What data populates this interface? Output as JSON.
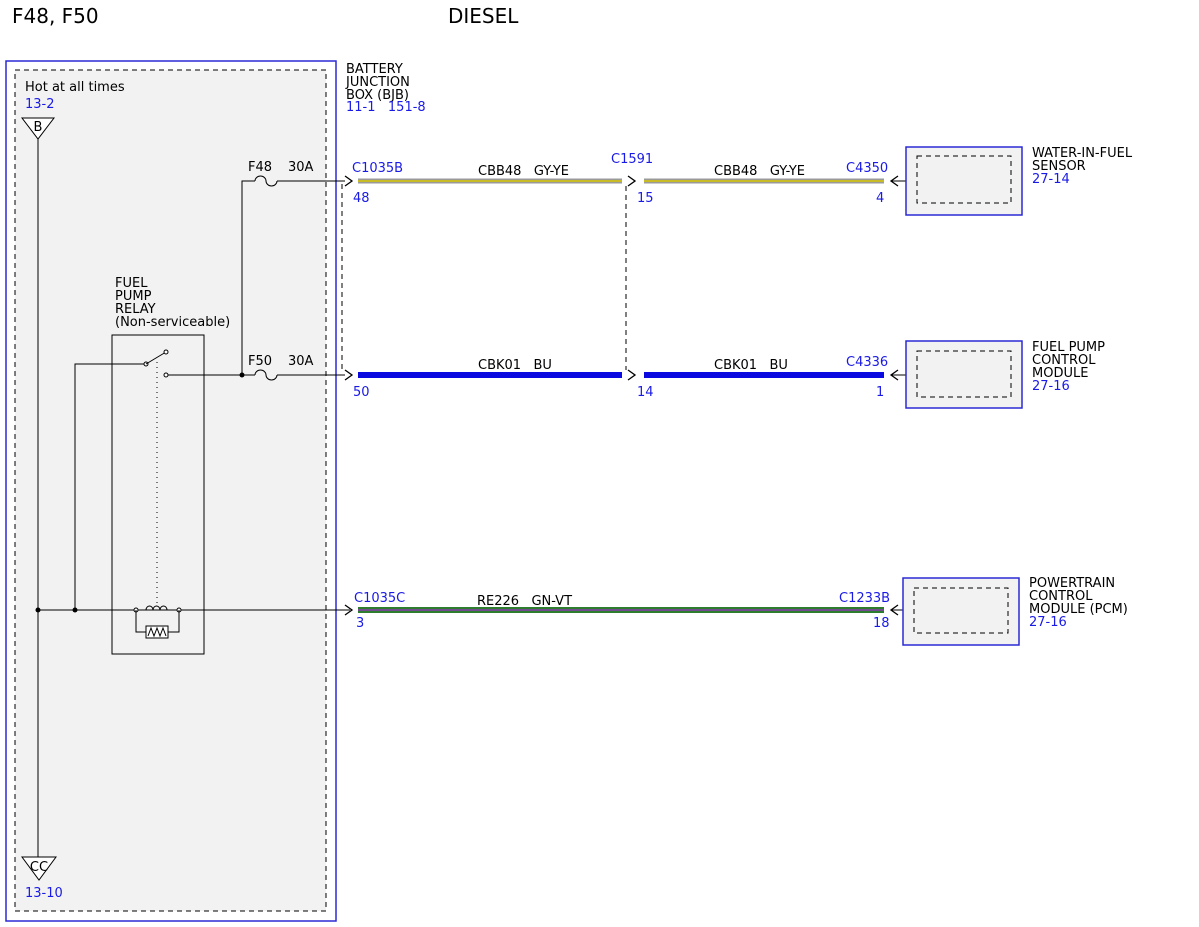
{
  "header": {
    "models": "F48, F50",
    "variant": "DIESEL"
  },
  "colors": {
    "ref_blue": "#1a1ae6",
    "box_blue": "#2a2ad6",
    "wire_bu": "#0a0ae0",
    "wire_gy": "#9a9a9a",
    "wire_ye": "#d8c600",
    "wire_gn": "#2e7d2e",
    "wire_vt": "#8a3ab0",
    "panel_fill": "#f2f2f2"
  },
  "bjb": {
    "label_lines": [
      "BATTERY",
      "JUNCTION",
      "BOX (BJB)"
    ],
    "refs": "11-1   151-8",
    "hot_label": "Hot at all times",
    "hot_ref": "13-2",
    "top_ground": "B",
    "bottom_ground": "CC",
    "bottom_ref": "13-10"
  },
  "relay": {
    "label_lines": [
      "FUEL",
      "PUMP",
      "RELAY",
      "(Non-serviceable)"
    ]
  },
  "fuses": [
    {
      "name": "F48",
      "rating": "30A"
    },
    {
      "name": "F50",
      "rating": "30A"
    }
  ],
  "connectors": {
    "c1035b": "C1035B",
    "c1035b_pin48": "48",
    "c1035b_pin50": "50",
    "c1591": "C1591",
    "c1591_pin15": "15",
    "c1591_pin14": "14",
    "c4350": "C4350",
    "c4350_pin": "4",
    "c4336": "C4336",
    "c4336_pin": "1",
    "c1035c": "C1035C",
    "c1035c_pin": "3",
    "c1233b": "C1233B",
    "c1233b_pin": "18"
  },
  "wires": {
    "cbb48_left": "CBB48   GY-YE",
    "cbb48_right": "CBB48   GY-YE",
    "cbk01_left": "CBK01   BU",
    "cbk01_right": "CBK01   BU",
    "re226": "RE226   GN-VT"
  },
  "components": {
    "wif": {
      "lines": [
        "WATER-IN-FUEL",
        "SENSOR"
      ],
      "ref": "27-14"
    },
    "fpcm": {
      "lines": [
        "FUEL PUMP",
        "CONTROL",
        "MODULE"
      ],
      "ref": "27-16"
    },
    "pcm": {
      "lines": [
        "POWERTRAIN",
        "CONTROL",
        "MODULE (PCM)"
      ],
      "ref": "27-16"
    }
  }
}
